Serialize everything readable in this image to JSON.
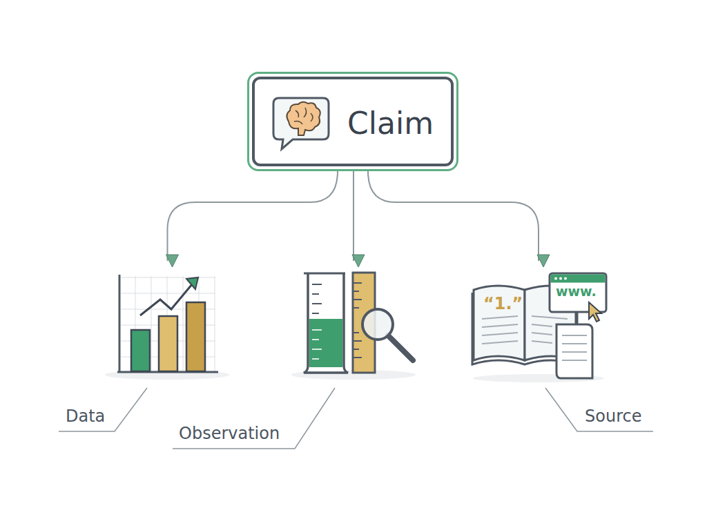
{
  "diagram": {
    "nodes": [
      {
        "text": [
          "Claim"
        ]
      },
      {
        "text": [
          "Data"
        ]
      },
      {
        "text": [
          "Observation"
        ]
      },
      {
        "text": [
          "Source"
        ]
      }
    ],
    "edges": [
      {
        "from": 0,
        "to": 1,
        "arrow": "to"
      },
      {
        "from": 0,
        "to": 2,
        "arrow": "to"
      },
      {
        "from": 0,
        "to": 3,
        "arrow": "to"
      }
    ],
    "labels": [
      "www.",
      "“1.”"
    ]
  }
}
